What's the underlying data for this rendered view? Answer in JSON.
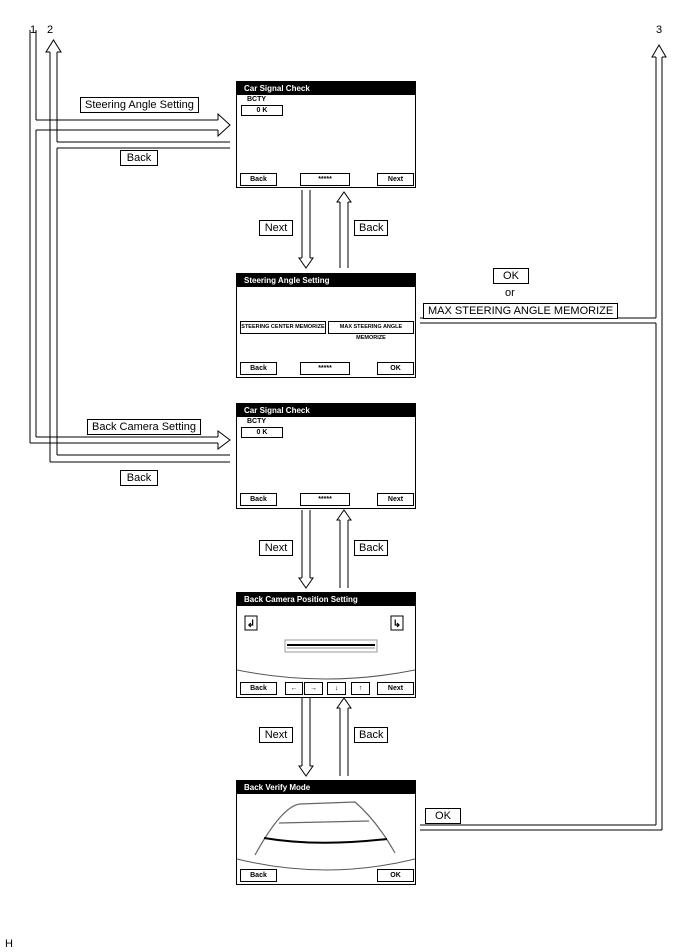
{
  "markers": {
    "m1": "1",
    "m2": "2",
    "m3": "3",
    "corner": "H"
  },
  "labels": {
    "steering_angle_setting": "Steering Angle Setting",
    "back": "Back",
    "next": "Next",
    "ok": "OK",
    "or": "or",
    "max_steering": "MAX STEERING ANGLE MEMORIZE",
    "back_camera_setting": "Back Camera Setting"
  },
  "screens": {
    "car_signal_check": {
      "title": "Car Signal Check",
      "bcty": "BCTY",
      "status": "0 K",
      "back": "Back",
      "stars": "*****",
      "next": "Next"
    },
    "steering_angle": {
      "title": "Steering Angle Setting",
      "center": "STEERING CENTER MEMORIZE",
      "max": "MAX STEERING ANGLE MEMORIZE",
      "back": "Back",
      "stars": "*****",
      "ok": "OK"
    },
    "back_camera_position": {
      "title": "Back Camera Position Setting",
      "back": "Back",
      "left": "←",
      "right": "→",
      "down": "↓",
      "up": "↑",
      "next": "Next"
    },
    "back_verify": {
      "title": "Back Verify Mode",
      "back": "Back",
      "ok": "OK"
    }
  }
}
